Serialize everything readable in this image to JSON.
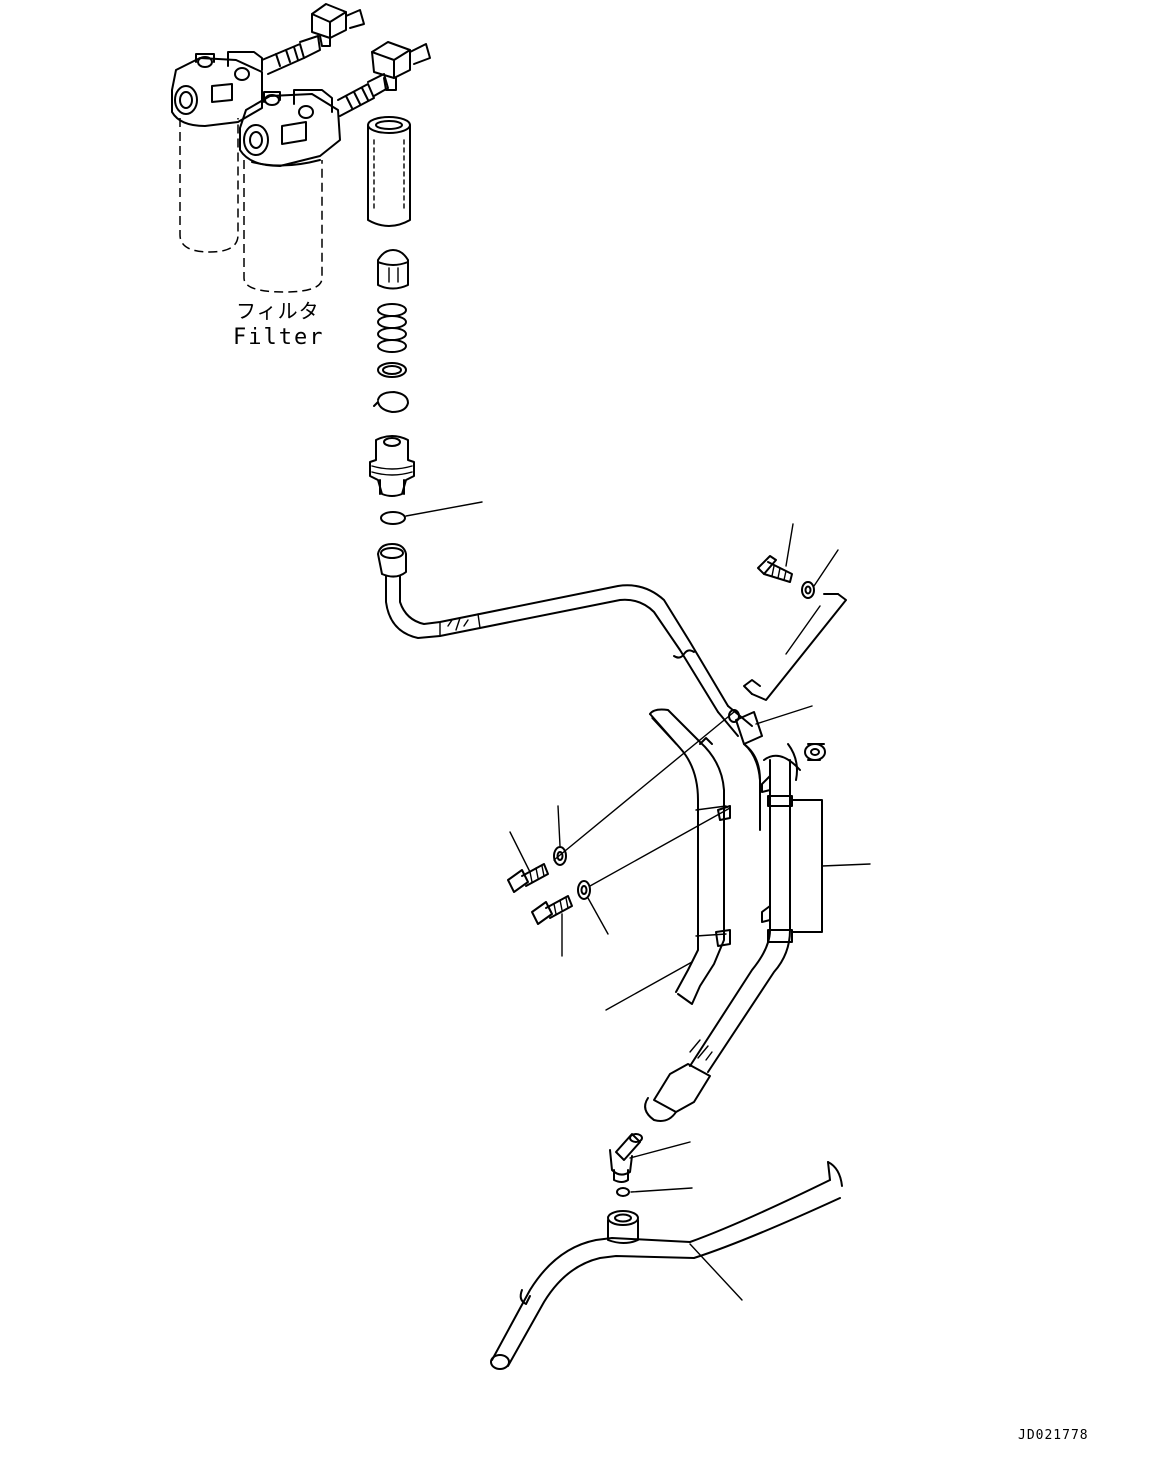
{
  "diagram": {
    "filter_label_jp": "フィルタ",
    "filter_label_en": "Filter",
    "drawing_code": "JD021778"
  },
  "parts": [
    "filter-assembly",
    "filter-element",
    "spring-seat",
    "spring",
    "washer",
    "snap-ring",
    "check-valve",
    "o-ring",
    "tube-upper",
    "bolt-top",
    "washer-top",
    "clamp",
    "bracket",
    "bolt-left-1",
    "washer-left-1",
    "bolt-left-2",
    "washer-left-2",
    "tube-middle",
    "tube-side",
    "elbow-fitting",
    "o-ring-lower",
    "tube-lower"
  ]
}
